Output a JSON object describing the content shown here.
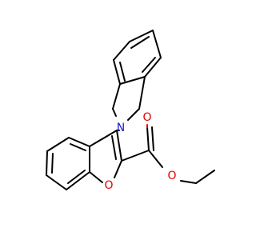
{
  "atoms": {
    "nitrogen": {
      "label": "N",
      "color": "#1a1acc"
    },
    "ring_oxygen": {
      "label": "O",
      "color": "#e00000"
    },
    "carbonyl_oxygen": {
      "label": "O",
      "color": "#e00000"
    },
    "ester_oxygen": {
      "label": "O",
      "color": "#e00000"
    }
  },
  "colors": {
    "bond": "#000000",
    "background": "#ffffff"
  }
}
